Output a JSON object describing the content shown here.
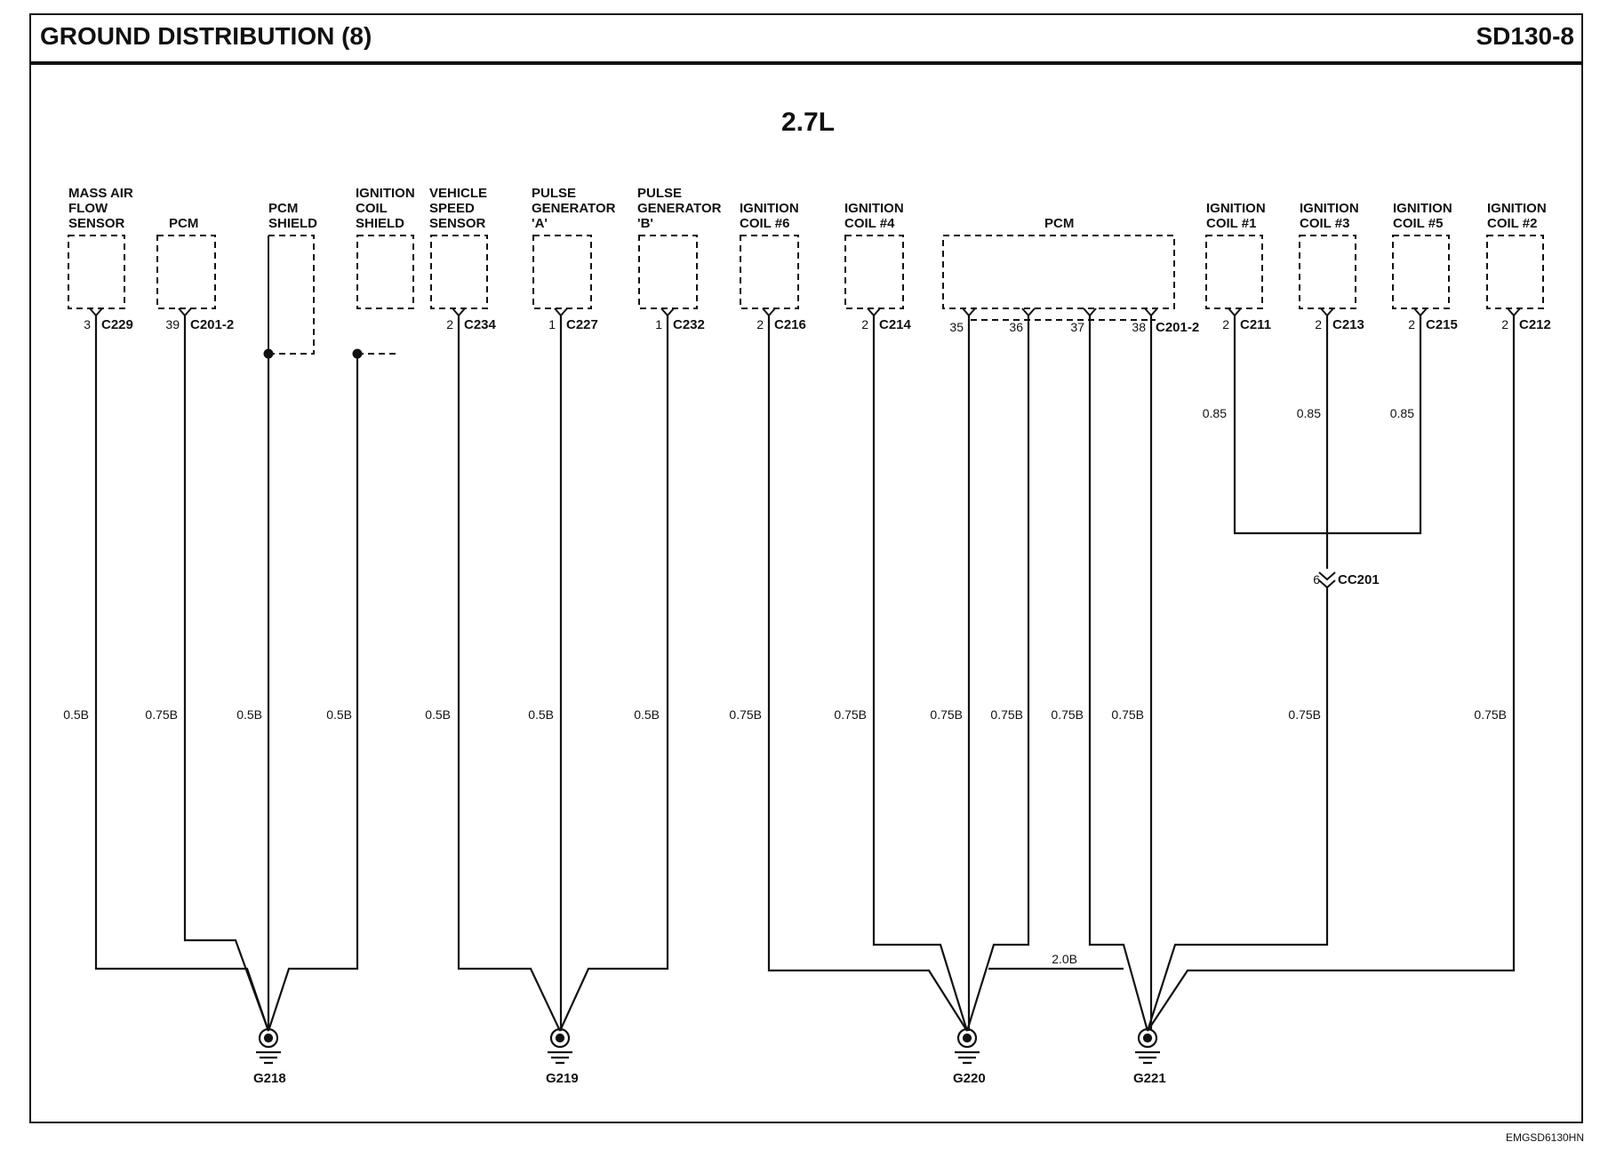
{
  "header": {
    "title": "GROUND DISTRIBUTION (8)",
    "code": "SD130-8"
  },
  "engine": "2.7L",
  "footer": "EMGSD6130HN",
  "components": [
    {
      "lines": [
        "MASS AIR",
        "FLOW",
        "SENSOR"
      ],
      "pin": "3",
      "connector": "C229",
      "wire": "0.5B"
    },
    {
      "lines": [
        "PCM"
      ],
      "pin": "39",
      "connector": "C201-2",
      "wire": "0.75B"
    },
    {
      "lines": [
        "PCM",
        "SHIELD"
      ],
      "pin": "",
      "connector": "",
      "wire": "0.5B"
    },
    {
      "lines": [
        "IGNITION",
        "COIL",
        "SHIELD"
      ],
      "pin": "",
      "connector": "",
      "wire": "0.5B"
    },
    {
      "lines": [
        "VEHICLE",
        "SPEED",
        "SENSOR"
      ],
      "pin": "2",
      "connector": "C234",
      "wire": "0.5B"
    },
    {
      "lines": [
        "PULSE",
        "GENERATOR",
        "'A'"
      ],
      "pin": "1",
      "connector": "C227",
      "wire": "0.5B"
    },
    {
      "lines": [
        "PULSE",
        "GENERATOR",
        "'B'"
      ],
      "pin": "1",
      "connector": "C232",
      "wire": "0.5B"
    },
    {
      "lines": [
        "IGNITION",
        "COIL #6"
      ],
      "pin": "2",
      "connector": "C216",
      "wire": "0.75B"
    },
    {
      "lines": [
        "IGNITION",
        "COIL #4"
      ],
      "pin": "2",
      "connector": "C214",
      "wire": "0.75B"
    },
    {
      "lines": [
        "PCM"
      ],
      "pins": [
        "35",
        "36",
        "37",
        "38"
      ],
      "connector": "C201-2",
      "wires": [
        "0.75B",
        "0.75B",
        "0.75B",
        "0.75B"
      ]
    },
    {
      "lines": [
        "IGNITION",
        "COIL #1"
      ],
      "pin": "2",
      "connector": "C211",
      "wire": "0.85"
    },
    {
      "lines": [
        "IGNITION",
        "COIL #3"
      ],
      "pin": "2",
      "connector": "C213",
      "wire": "0.85"
    },
    {
      "lines": [
        "IGNITION",
        "COIL #5"
      ],
      "pin": "2",
      "connector": "C215",
      "wire": "0.85"
    },
    {
      "lines": [
        "IGNITION",
        "COIL #2"
      ],
      "pin": "2",
      "connector": "C212",
      "wire": "0.75B"
    }
  ],
  "junction": {
    "pin": "6",
    "connector": "CC201",
    "wire": "0.75B"
  },
  "link_wire": "2.0B",
  "grounds": [
    "G218",
    "G219",
    "G220",
    "G221"
  ]
}
